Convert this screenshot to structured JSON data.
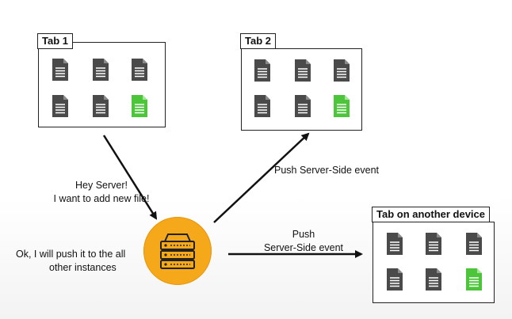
{
  "tabs": [
    {
      "label": "Tab 1"
    },
    {
      "label": "Tab 2"
    },
    {
      "label": "Tab on another device"
    }
  ],
  "messages": {
    "client_line1": "Hey Server!",
    "client_line2": "I want to add new file!",
    "server_line1": "Ok, I will push it to the all",
    "server_line2": "other instances",
    "push_upper": "Push Server-Side event",
    "push_lower_line1": "Push",
    "push_lower_line2": "Server-Side event"
  },
  "icons": {
    "file": "document-icon",
    "new_file": "new-document-icon",
    "server": "server-rack-icon"
  },
  "colors": {
    "file_gray": "#4a4a4a",
    "file_new": "#4dc53a",
    "server_circle": "#f5a81a",
    "arrow": "#111111"
  }
}
